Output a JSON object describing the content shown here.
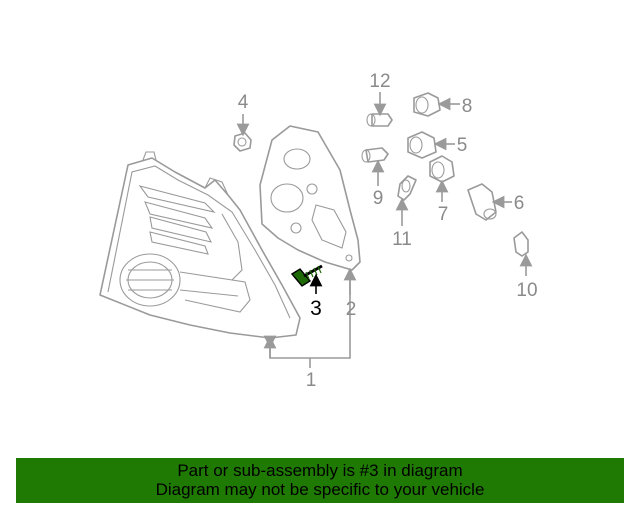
{
  "callouts": [
    {
      "id": "1",
      "label": "1"
    },
    {
      "id": "2",
      "label": "2"
    },
    {
      "id": "3",
      "label": "3"
    },
    {
      "id": "4",
      "label": "4"
    },
    {
      "id": "5",
      "label": "5"
    },
    {
      "id": "6",
      "label": "6"
    },
    {
      "id": "7",
      "label": "7"
    },
    {
      "id": "8",
      "label": "8"
    },
    {
      "id": "9",
      "label": "9"
    },
    {
      "id": "10",
      "label": "10"
    },
    {
      "id": "11",
      "label": "11"
    },
    {
      "id": "12",
      "label": "12"
    }
  ],
  "highlighted_part": "3",
  "banner": {
    "line1": "Part or sub-assembly is #3 in diagram",
    "line2": "Diagram may not be specific to your vehicle"
  },
  "colors": {
    "banner_bg": "#1f7a04",
    "line_art": "#9a9a9a",
    "highlight": "#000000"
  }
}
